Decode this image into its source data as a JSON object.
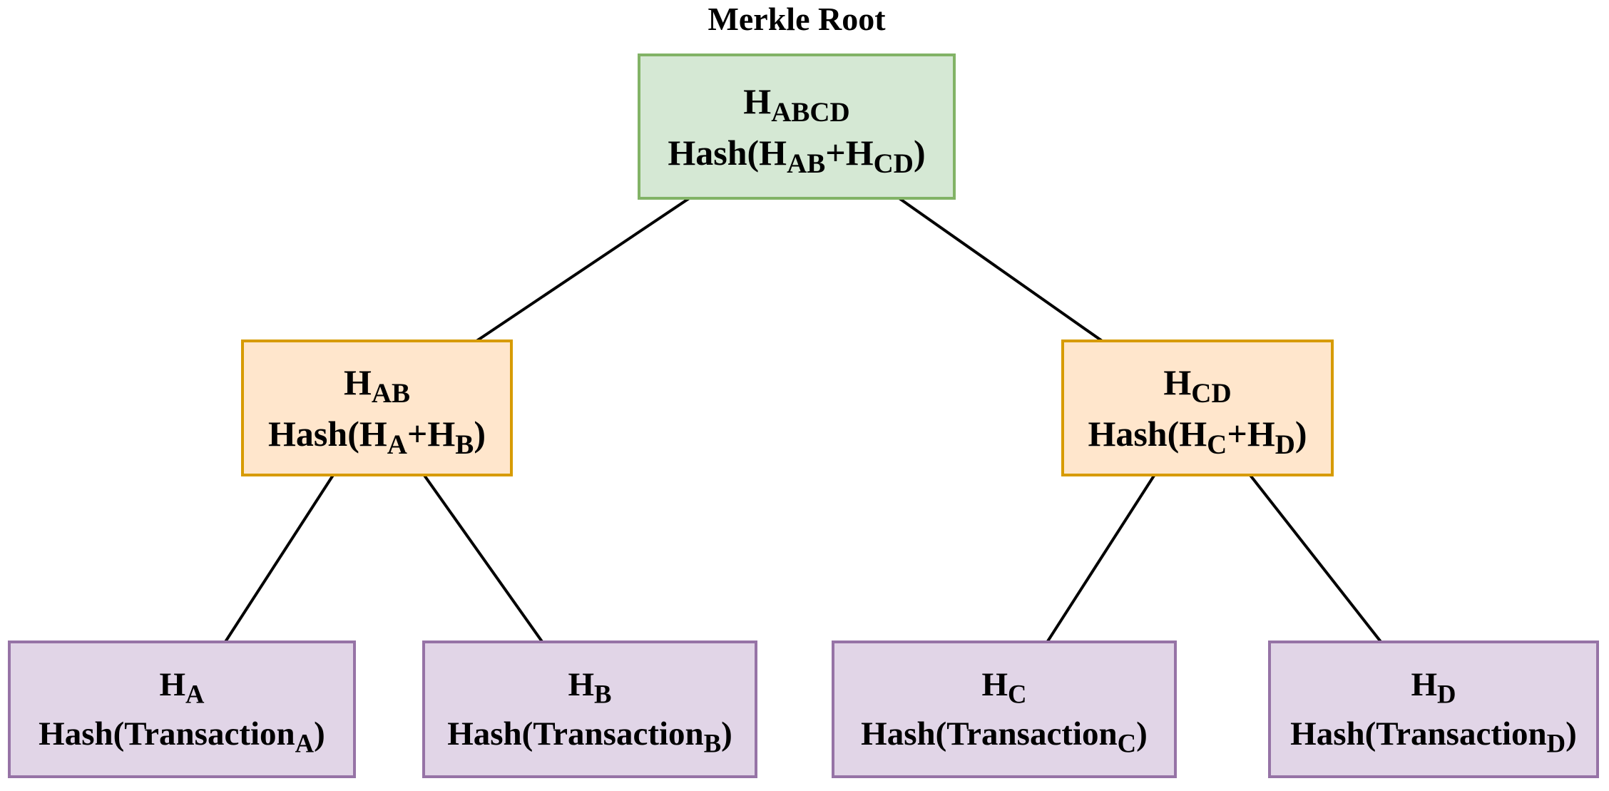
{
  "title": "Merkle Root",
  "colors": {
    "background": "#ffffff",
    "text": "#000000",
    "line": "#000000",
    "root-fill": "#d5e8d4",
    "root-stroke": "#82b366",
    "branch-fill": "#ffe6cc",
    "branch-stroke": "#d79b00",
    "leaf-fill": "#e1d5e7",
    "leaf-stroke": "#9673a6"
  },
  "nodes": {
    "habcd": {
      "sym": "H",
      "sym_sub": "ABCD",
      "h1": "Hash(H",
      "h1_sub": "AB",
      "h2": "+H",
      "h2_sub": "CD",
      "h3": ")"
    },
    "hab": {
      "sym": "H",
      "sym_sub": "AB",
      "h1": "Hash(H",
      "h1_sub": "A",
      "h2": "+H",
      "h2_sub": "B",
      "h3": ")"
    },
    "hcd": {
      "sym": "H",
      "sym_sub": "CD",
      "h1": "Hash(H",
      "h1_sub": "C",
      "h2": "+H",
      "h2_sub": "D",
      "h3": ")"
    },
    "ha": {
      "sym": "H",
      "sym_sub": "A",
      "h1": "Hash(Transaction",
      "h1_sub": "A",
      "h2": ")"
    },
    "hb": {
      "sym": "H",
      "sym_sub": "B",
      "h1": "Hash(Transaction",
      "h1_sub": "B",
      "h2": ")"
    },
    "hc": {
      "sym": "H",
      "sym_sub": "C",
      "h1": "Hash(Transaction",
      "h1_sub": "C",
      "h2": ")"
    },
    "hd": {
      "sym": "H",
      "sym_sub": "D",
      "h1": "Hash(Transaction",
      "h1_sub": "D",
      "h2": ")"
    }
  }
}
